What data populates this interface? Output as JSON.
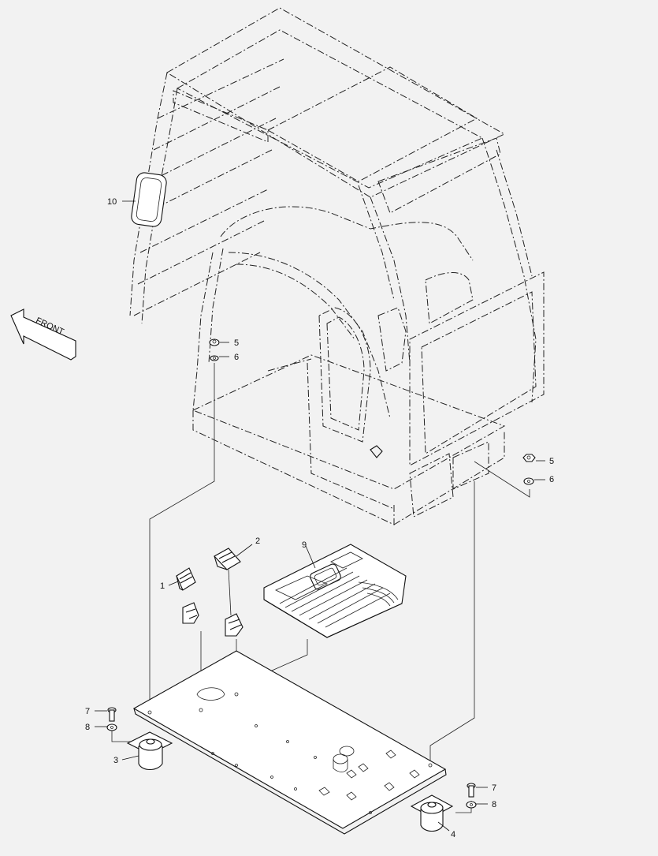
{
  "front_label": "FRONT",
  "callouts": [
    {
      "id": "callout-1",
      "text": "1"
    },
    {
      "id": "callout-2",
      "text": "2"
    },
    {
      "id": "callout-3",
      "text": "3"
    },
    {
      "id": "callout-4",
      "text": "4"
    },
    {
      "id": "callout-5-upper",
      "text": "5"
    },
    {
      "id": "callout-6-upper",
      "text": "6"
    },
    {
      "id": "callout-5-right",
      "text": "5"
    },
    {
      "id": "callout-6-right",
      "text": "6"
    },
    {
      "id": "callout-7-left",
      "text": "7"
    },
    {
      "id": "callout-8-left",
      "text": "8"
    },
    {
      "id": "callout-7-right",
      "text": "7"
    },
    {
      "id": "callout-8-right",
      "text": "8"
    },
    {
      "id": "callout-9",
      "text": "9"
    },
    {
      "id": "callout-10",
      "text": "10"
    }
  ]
}
